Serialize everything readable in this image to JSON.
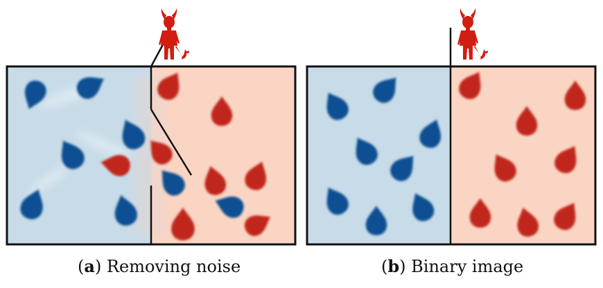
{
  "panels": [
    {
      "id": "a",
      "caption_letter": "a",
      "caption_text": ") Removing noise",
      "colors": {
        "left": "#c7dbe8",
        "right": "#fbd5c3",
        "blue": "#0e4f92",
        "red": "#c0251c",
        "border": "#111111"
      }
    },
    {
      "id": "b",
      "caption_letter": "b",
      "caption_text": ") Binary image",
      "colors": {
        "left": "#c7dbe8",
        "right": "#fbd5c3",
        "blue": "#0e4f92",
        "red": "#c0251c",
        "border": "#111111"
      }
    }
  ],
  "caption_open": "(",
  "demon_color": "#d11d12",
  "icons": [
    "devil-figure",
    "blue-drop",
    "red-drop",
    "divider-wall",
    "open-door"
  ]
}
